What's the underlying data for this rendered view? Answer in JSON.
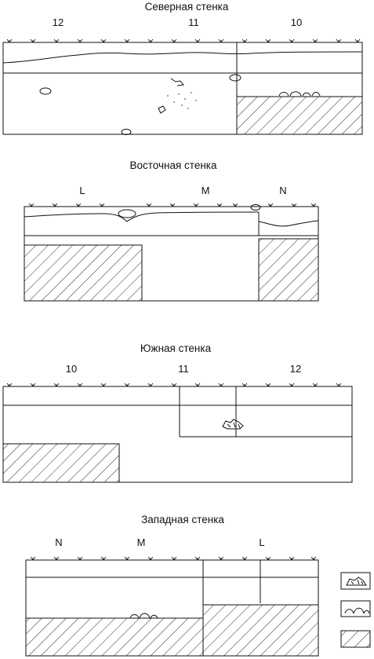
{
  "walls": {
    "north": {
      "title": "Северная стенка",
      "squares": [
        "12",
        "11",
        "10"
      ]
    },
    "east": {
      "title": "Восточная стенка",
      "squares": [
        "L",
        "M",
        "N"
      ]
    },
    "south": {
      "title": "Южная стенка",
      "squares": [
        "10",
        "11",
        "12"
      ]
    },
    "west": {
      "title": "Западная стенка",
      "squares": [
        "N",
        "M",
        "L"
      ]
    }
  },
  "legend": {
    "items": [
      "stone-cluster-icon",
      "stone-layer-icon",
      "hatched-fill-icon"
    ]
  },
  "colors": {
    "ink": "#111111",
    "background": "#ffffff"
  }
}
